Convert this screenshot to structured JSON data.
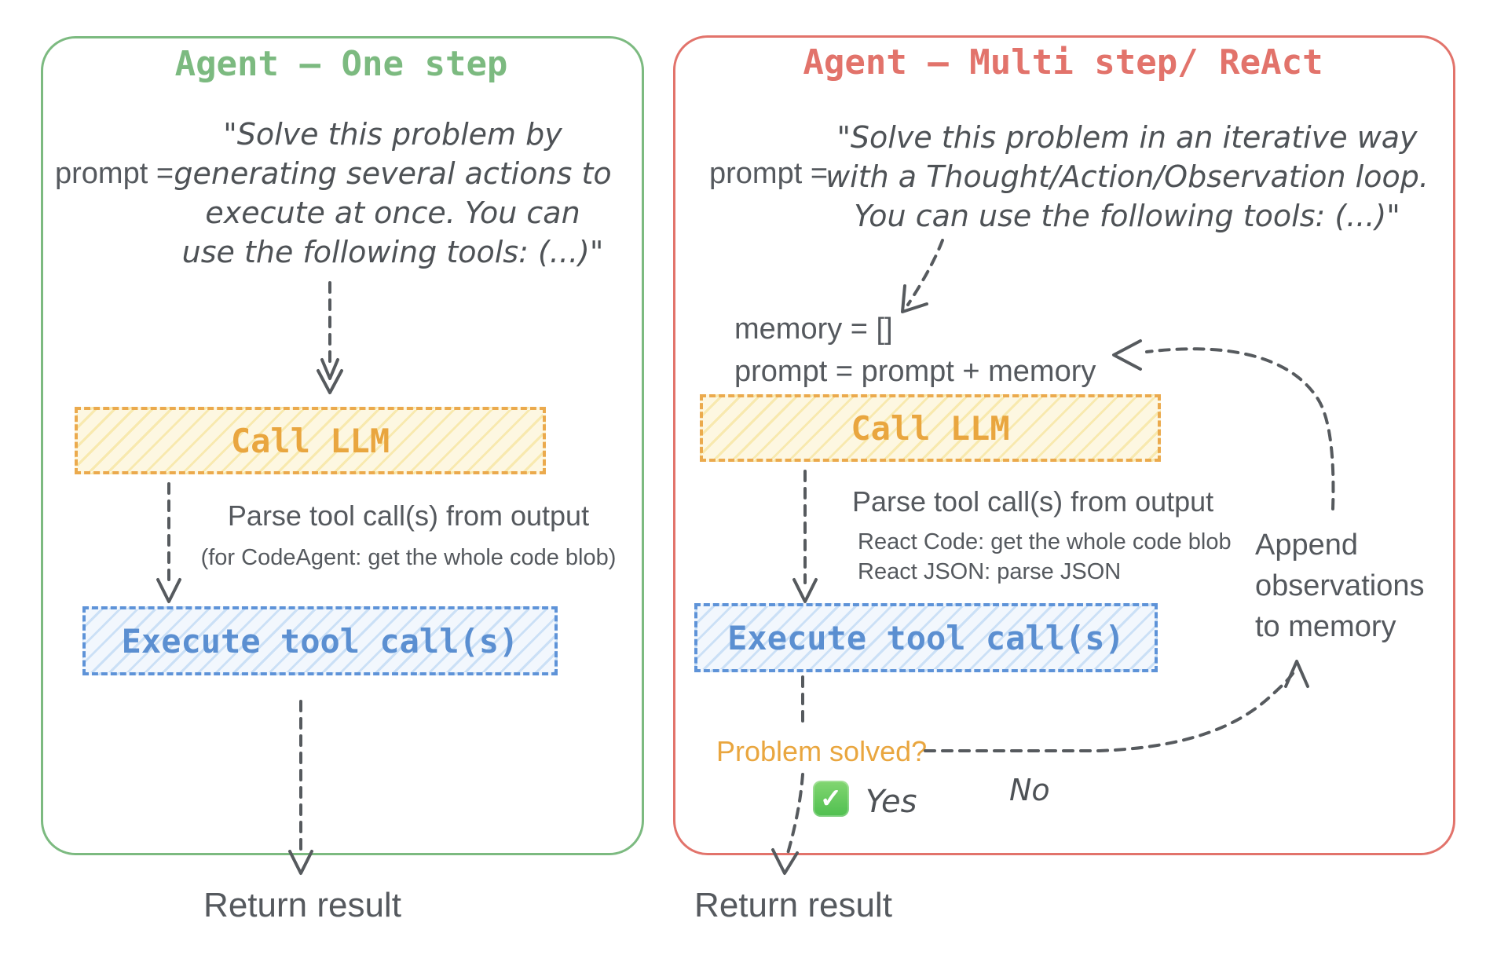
{
  "colors": {
    "green": "#7cba80",
    "red": "#e2736b",
    "orange_border": "#ebaa4d",
    "orange_text": "#e9a63f",
    "yellow_fill": "#fdf7e1",
    "yellow_stripe": "#f8e9ae",
    "blue_border": "#5e93d8",
    "blue_text": "#5b8fd1",
    "blue_fill": "#f2f7fd",
    "blue_stripe": "#cbe0f6",
    "gray_text": "#55595e",
    "ink": "#565a5e",
    "check_green": "#4fbf4f"
  },
  "left_panel": {
    "title": "Agent – One step",
    "prompt_label": "prompt =",
    "prompt_lines": {
      "0": "\"Solve this problem by",
      "1": "generating several actions to",
      "2": "execute at once. You can",
      "3": "use the following tools: (...)\""
    },
    "call_llm_label": "Call LLM",
    "parse_text": "Parse tool call(s) from output",
    "parse_note": "(for CodeAgent: get the whole code blob)",
    "execute_label": "Execute tool call(s)",
    "return_label": "Return result"
  },
  "right_panel": {
    "title": "Agent – Multi step/ ReAct",
    "prompt_label": "prompt =",
    "prompt_lines": {
      "0": "\"Solve this problem in an iterative way",
      "1": "with a Thought/Action/Observation loop.",
      "2": "You can use the following tools: (...)\""
    },
    "memory_line_1": "memory = []",
    "memory_line_2": "prompt = prompt + memory",
    "call_llm_label": "Call LLM",
    "parse_text": "Parse tool call(s) from output",
    "parse_note_1": "React Code: get the whole code blob",
    "parse_note_2": "React JSON: parse JSON",
    "execute_label": "Execute tool call(s)",
    "question": "Problem solved?",
    "yes_check_icon": "✓",
    "yes_label": "Yes",
    "no_label": "No",
    "append_lines": {
      "0": "Append",
      "1": "observations",
      "2": "to memory"
    },
    "return_label": "Return result"
  }
}
